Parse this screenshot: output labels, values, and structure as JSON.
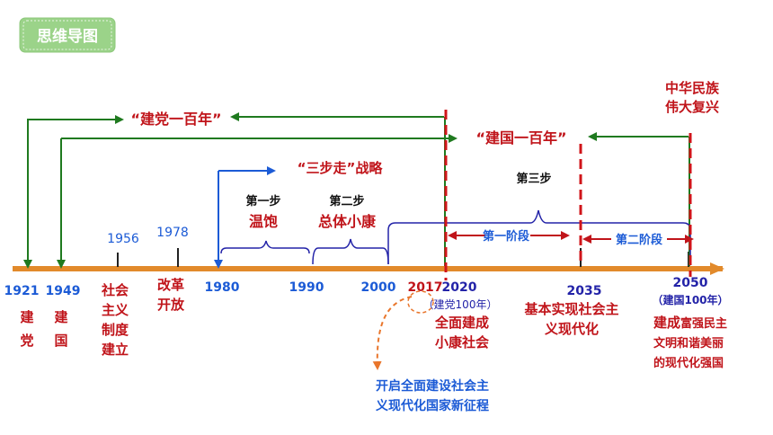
{
  "badge": "思维导图",
  "colors": {
    "green": "#1f7a1f",
    "red": "#c0141a",
    "blue": "#1c5bd6",
    "darkblue": "#2323a8",
    "axis": "#e28a2b",
    "orange": "#e9762c"
  },
  "brackets": {
    "party_century": "“建党一百年”",
    "nation_century": "“建国一百年”",
    "three_steps": "“三步走”战略"
  },
  "steps": {
    "step1": "第一步",
    "step1_goal": "温饱",
    "step2": "第二步",
    "step2_goal": "总体小康",
    "step3": "第三步",
    "phase1": "第一阶段",
    "phase2": "第二阶段"
  },
  "years": {
    "y1921": "1921",
    "y1949": "1949",
    "y1956": "1956",
    "y1978": "1978",
    "y1980": "1980",
    "y1990": "1990",
    "y2000": "2000",
    "y2017": "2017",
    "y2020": "2020",
    "y2035": "2035",
    "y2050": "2050"
  },
  "events": {
    "e1921": [
      "建",
      "党"
    ],
    "e1949": [
      "建",
      "国"
    ],
    "e1956": [
      "社会",
      "主义",
      "制度",
      "建立"
    ],
    "e1978": [
      "改革",
      "开放"
    ],
    "e2020_note": "（建党100年）",
    "e2020": [
      "全面建成",
      "小康社会"
    ],
    "e2035": [
      "基本实现社会主",
      "义现代化"
    ],
    "e2050_note": "（建国100年）",
    "e2050_pre": "建成",
    "e2050_rest": "富强民主",
    "e2050_line2": "文明和谐美丽",
    "e2050_line3": "的现代化强国",
    "rejuvenation": [
      "中华民族",
      "伟大复兴"
    ],
    "e2017": [
      "开启全面建设社会主",
      "义现代化国家新征程"
    ]
  }
}
